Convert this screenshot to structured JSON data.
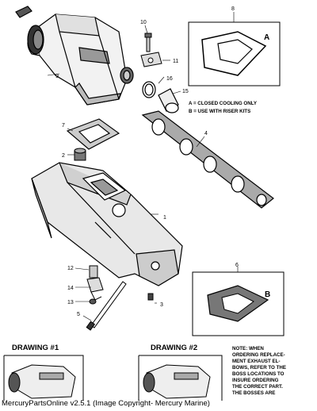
{
  "legend": {
    "line_a": "A = CLOSED COOLING ONLY",
    "line_b": "B = USE WITH RISER KITS"
  },
  "insets": {
    "a_label": "A",
    "b_label": "B"
  },
  "callouts": [
    "1",
    "2",
    "3",
    "4",
    "5",
    "6",
    "7",
    "8",
    "9",
    "10",
    "11",
    "12",
    "13",
    "14",
    "15",
    "16"
  ],
  "drawings": {
    "one": "DRAWING #1",
    "two": "DRAWING #2"
  },
  "note_lines": [
    "NOTE: WHEN",
    "ORDERING REPLACE-",
    "MENT EXHAUST EL-",
    "BOWS, REFER TO THE",
    "BOSS LOCATIONS TO",
    "INSURE ORDERING",
    "THE CORRECT PART.",
    "THE BOSSES ARE"
  ],
  "footer": "MercuryPartsOnline v2.5.1 (Image Copyright- Mercury Marine)"
}
